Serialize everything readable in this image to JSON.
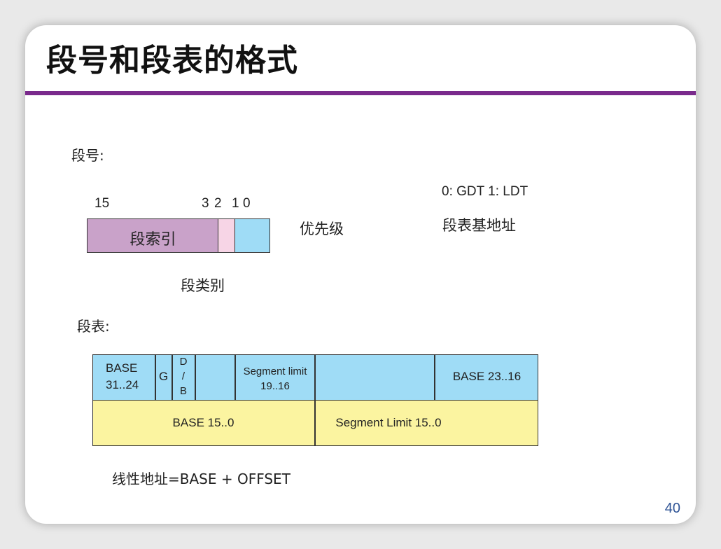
{
  "slide": {
    "title": "段号和段表的格式",
    "page_number": "40"
  },
  "selector": {
    "label": "段号:",
    "bit_15": "15",
    "bit_3": "3",
    "bit_2": "2",
    "bit_1": "1",
    "bit_0": "0",
    "index_label": "段索引",
    "privilege_label": "优先级",
    "ti_note": "0:  GDT  1: LDT",
    "ti_meaning": "段表基地址",
    "type_label": "段类别"
  },
  "descriptor": {
    "label": "段表:",
    "base_31_24_line1": "BASE",
    "base_31_24_line2": "31..24",
    "g": "G",
    "db_d": "D",
    "db_slash": "/",
    "db_b": "B",
    "limit_19_16_line1": "Segment limit",
    "limit_19_16_line2": "19..16",
    "base_23_16": "BASE 23..16",
    "base_15_0": "BASE 15..0",
    "limit_15_0": "Segment Limit 15..0"
  },
  "formula": "线性地址=BASE + OFFSET",
  "colors": {
    "title_rule": "#7a2a8c",
    "index_field": "#c9a2c9",
    "ti_field": "#f7d5e6",
    "rpl_field": "#9fdcf6",
    "descriptor_high": "#9fdcf6",
    "descriptor_low": "#fbf4a0",
    "page_number": "#2f5496"
  }
}
